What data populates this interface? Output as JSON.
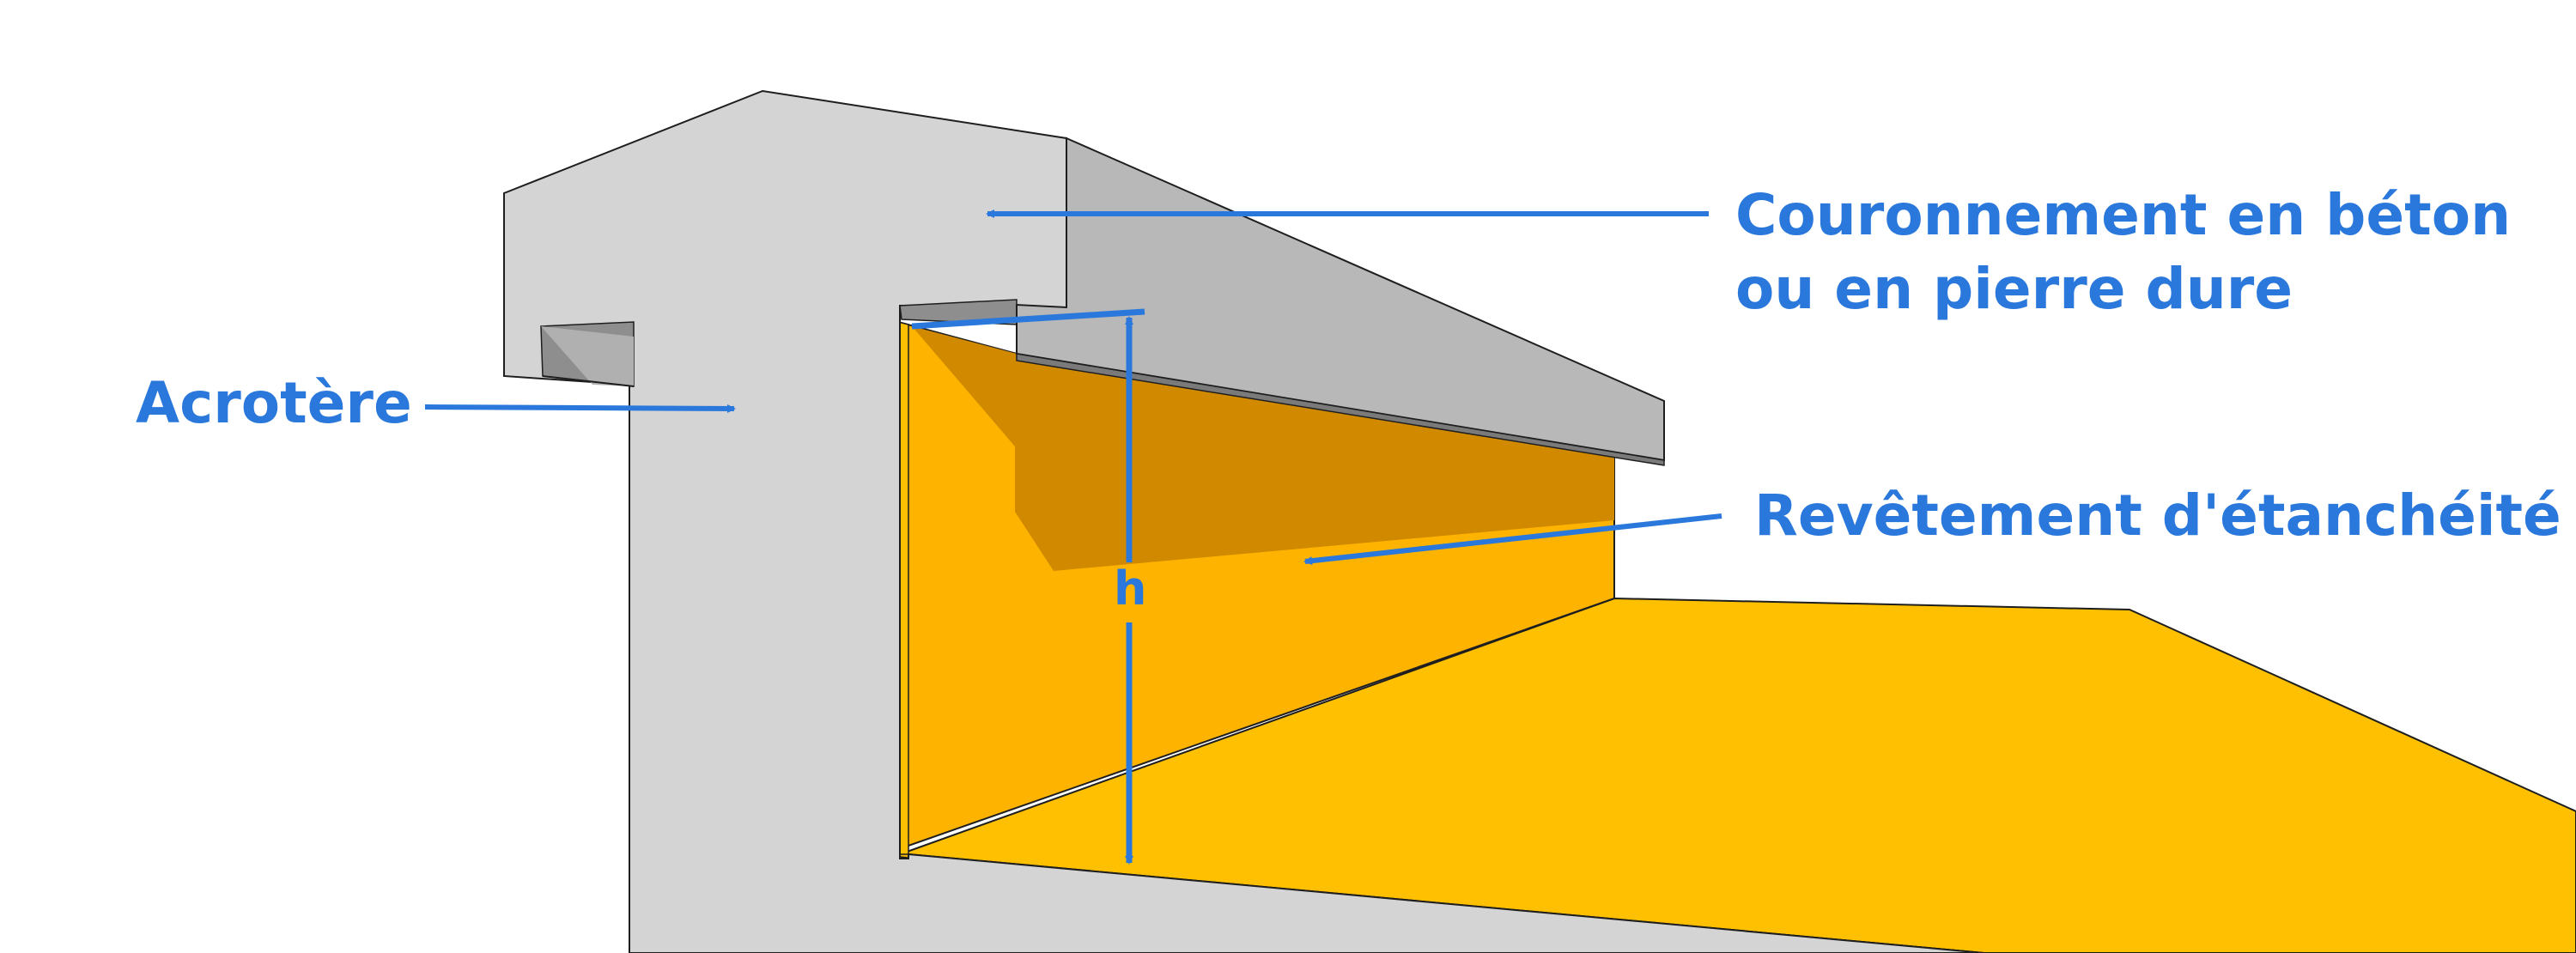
{
  "labels": {
    "acrotere": "Acrotère",
    "couronnement_line1": "Couronnement en béton",
    "couronnement_line2": "ou en pierre dure",
    "revetement": "Revêtement d'étanchéité",
    "h": "h"
  },
  "colors": {
    "annotation": "#2a78dc",
    "concrete_light": "#d4d4d4",
    "concrete_mid": "#b8b8b8",
    "concrete_dark": "#8e8e8e",
    "membrane_light": "#fec000",
    "membrane_mid": "#fdb300",
    "membrane_dark": "#d18a00",
    "outline": "#1e1e1e"
  }
}
